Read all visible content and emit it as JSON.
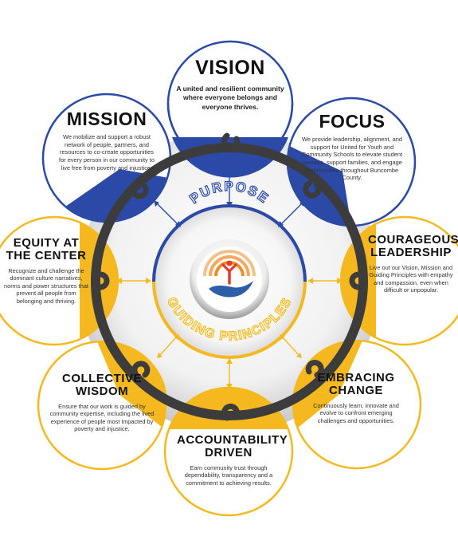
{
  "colors": {
    "blue": "#2b4aa8",
    "gold": "#f5b91f",
    "dark_ring": "#3c3c3c",
    "logo_blue": "#2d5fa9",
    "logo_orange": "#f28c28",
    "logo_red": "#e23b2e"
  },
  "center": {
    "top_label": "PURPOSE",
    "bottom_label": "GUIDING PRINCIPLES",
    "logo_icon": "united-way-hand-icon"
  },
  "nodes": {
    "vision": {
      "title": [
        "VISION"
      ],
      "body": "A united and resilient community where everyone belongs and everyone thrives."
    },
    "mission": {
      "title": [
        "MISSION"
      ],
      "body": "We mobilize and support a robust network of people, partners, and resources to co-create opportunities for every person in our community to live free from poverty and injustice."
    },
    "focus": {
      "title": [
        "FOCUS"
      ],
      "body": "We provide leadership, alignment, and support for United for Youth and Community Schools to elevate student success, support families, and engage communities throughout Buncombe County."
    },
    "equity": {
      "title": [
        "EQUITY AT",
        "THE CENTER"
      ],
      "body": "Recognize and challenge the dominant culture narratives, norms and power structures that prevent all people from belonging and thriving."
    },
    "courageous": {
      "title": [
        "COURAGEOUS",
        "LEADERSHIP"
      ],
      "body": "Live out our Vision, Mission and Guiding Principles with empathy and compassion, even when difficult or unpopular."
    },
    "collective": {
      "title": [
        "COLLECTIVE",
        "WISDOM"
      ],
      "body": "Ensure that our work is guided by community expertise, including the lived experience of people most impacted by poverty and injustice."
    },
    "embracing": {
      "title": [
        "EMBRACING",
        "CHANGE"
      ],
      "body": "Continuously learn, innovate and evolve to confront emerging challenges and opportunities."
    },
    "accountability": {
      "title": [
        "ACCOUNTABILITY",
        "DRIVEN"
      ],
      "body": "Earn community trust through dependability, transparency and a commitment to achieving results."
    }
  }
}
